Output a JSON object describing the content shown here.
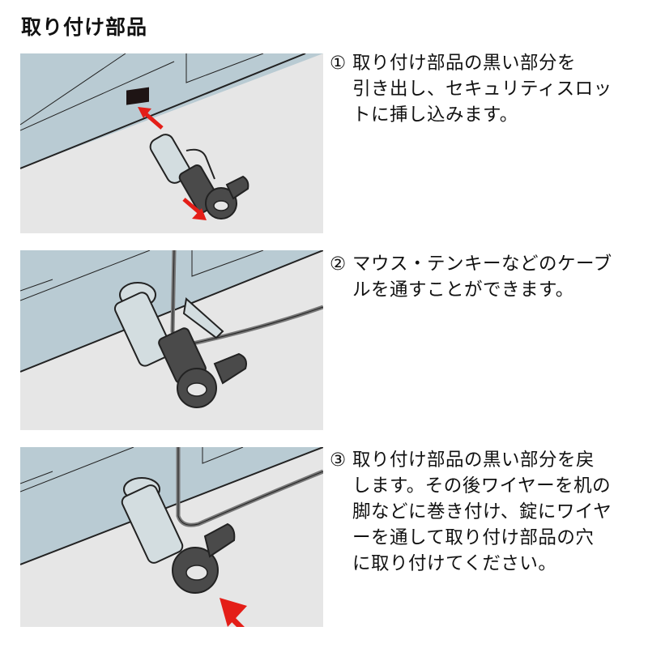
{
  "title": "取り付け部品",
  "colors": {
    "laptop_body": "#b9cbd3",
    "background": "#e6e6e6",
    "arrow": "#e41e18",
    "lock_black": "#4a4a4a",
    "lock_silver": "#d3dde0"
  },
  "steps": [
    {
      "number": "①",
      "lines": [
        "取り付け部品の黒い部分を",
        "引き出し、セキュリティスロッ",
        "トに挿し込みます。"
      ],
      "illustration": "illustration-pull-and-insert"
    },
    {
      "number": "②",
      "lines": [
        "マウス・テンキーなどのケーブ",
        "ルを通すことができます。"
      ],
      "illustration": "illustration-cable-through"
    },
    {
      "number": "③",
      "lines": [
        "取り付け部品の黒い部分を戻",
        "します。その後ワイヤーを机の",
        "脚などに巻き付け、錠にワイヤ",
        "ーを通して取り付け部品の穴",
        "に取り付けてください。"
      ],
      "illustration": "illustration-push-back"
    }
  ]
}
